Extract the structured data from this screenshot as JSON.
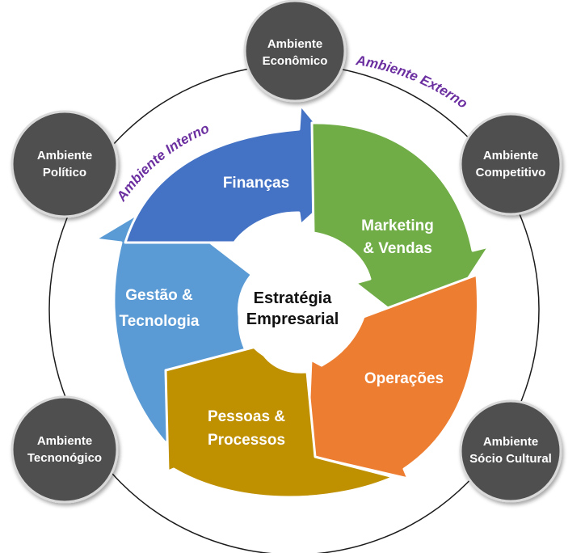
{
  "center": {
    "line1": "Estratégia",
    "line2": "Empresarial"
  },
  "segments": {
    "financas": {
      "label": "Finanças",
      "color": "#4472c4"
    },
    "marketing": {
      "line1": "Marketing",
      "line2": "& Vendas",
      "color": "#70ad47"
    },
    "operacoes": {
      "label": "Operações",
      "color": "#ed7d31"
    },
    "pessoas": {
      "line1": "Pessoas &",
      "line2": "Processos",
      "color": "#bf9000"
    },
    "gestao": {
      "line1": "Gestão &",
      "line2": "Tecnologia",
      "color": "#5b9bd5"
    }
  },
  "environments": {
    "economico": {
      "line1": "Ambiente",
      "line2": "Econômico"
    },
    "competitivo": {
      "line1": "Ambiente",
      "line2": "Competitivo"
    },
    "socio": {
      "line1": "Ambiente",
      "line2": "Sócio Cultural"
    },
    "tecnologico": {
      "line1": "Ambiente",
      "line2": "Tecnonógico"
    },
    "politico": {
      "line1": "Ambiente",
      "line2": "Político"
    }
  },
  "arc_labels": {
    "interno": "Ambiente Interno",
    "externo": "Ambiente Externo"
  },
  "colors": {
    "node_fill": "#505050",
    "node_stroke": "#d9d9d9",
    "ring": "#1a1a1a",
    "arc_text": "#6b2fa0"
  }
}
